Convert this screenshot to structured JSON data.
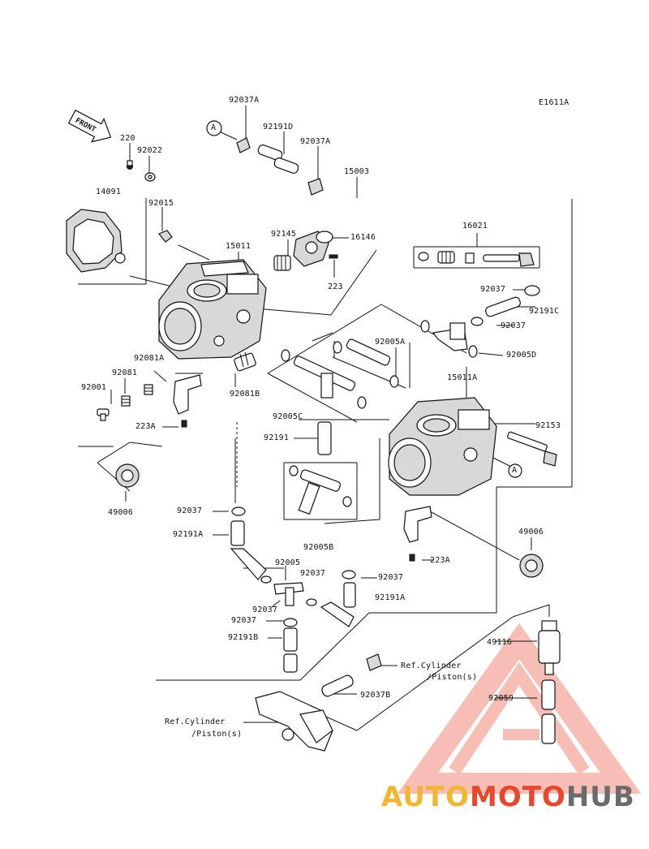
{
  "diagram": {
    "code": "E1611A",
    "front_label": "FRONT",
    "ref_a": "A",
    "ref_note_1": [
      "Ref.Cylinder",
      "/Piston(s)"
    ],
    "ref_note_2": [
      "Ref.Cylinder",
      "/Piston(s)"
    ],
    "parts": {
      "p92037A_top": "92037A",
      "p92191D": "92191D",
      "p92037A_r": "92037A",
      "p15003": "15003",
      "p220": "220",
      "p92022": "92022",
      "p14091": "14091",
      "p92015": "92015",
      "p92145": "92145",
      "p16146": "16146",
      "p15011": "15011",
      "p16021": "16021",
      "p223": "223",
      "p92037_a": "92037",
      "p92191C": "92191C",
      "p92037_b": "92037",
      "p92005A": "92005A",
      "p92005D": "92005D",
      "p92081A": "92081A",
      "p92081": "92081",
      "p92001": "92001",
      "p92081B": "92081B",
      "p15011A": "15011A",
      "p92005C": "92005C",
      "p223A_l": "223A",
      "p92153": "92153",
      "p92191": "92191",
      "p49006_l": "49006",
      "p92037_c": "92037",
      "p92191A_l": "92191A",
      "p92005B": "92005B",
      "p49006_r": "49006",
      "p223A_r": "223A",
      "p92005": "92005",
      "p92037_d": "92037",
      "p92037_e": "92037",
      "p92191A_r": "92191A",
      "p92037_f": "92037",
      "p92037_g": "92037",
      "p92191B": "92191B",
      "p49116": "49116",
      "p92037B": "92037B",
      "p92059": "92059"
    }
  },
  "watermark": {
    "auto": "AUTO",
    "moto": "MOTO",
    "hub": "HUB",
    "colors": {
      "auto": "#f2b632",
      "moto": "#e8472d",
      "hub": "#6b6b6b",
      "triangle": "#e8472d"
    }
  }
}
